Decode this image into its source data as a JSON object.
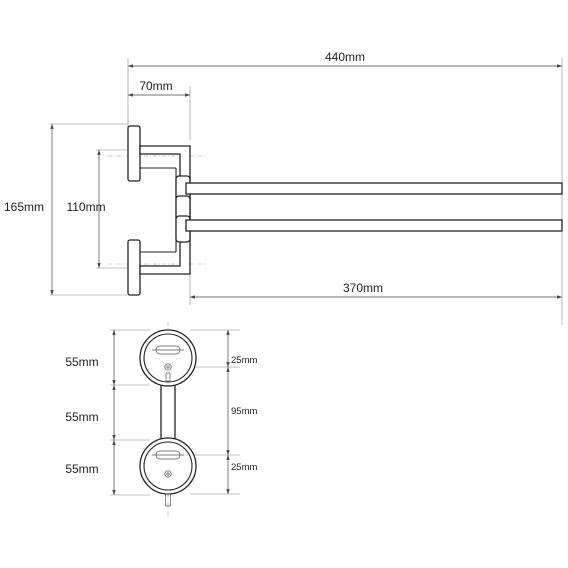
{
  "colors": {
    "line": "#222222",
    "dimension": "#444444",
    "background": "#ffffff"
  },
  "side_view": {
    "overall_length": "440mm",
    "bracket_depth": "70mm",
    "overall_height": "165mm",
    "mount_spacing": "110mm",
    "arm_length": "370mm"
  },
  "front_view": {
    "top_section": "55mm",
    "middle_section": "55mm",
    "bottom_section": "55mm",
    "top_hole_offset": "25mm",
    "hole_spacing": "95mm",
    "bottom_hole_offset": "25mm"
  }
}
